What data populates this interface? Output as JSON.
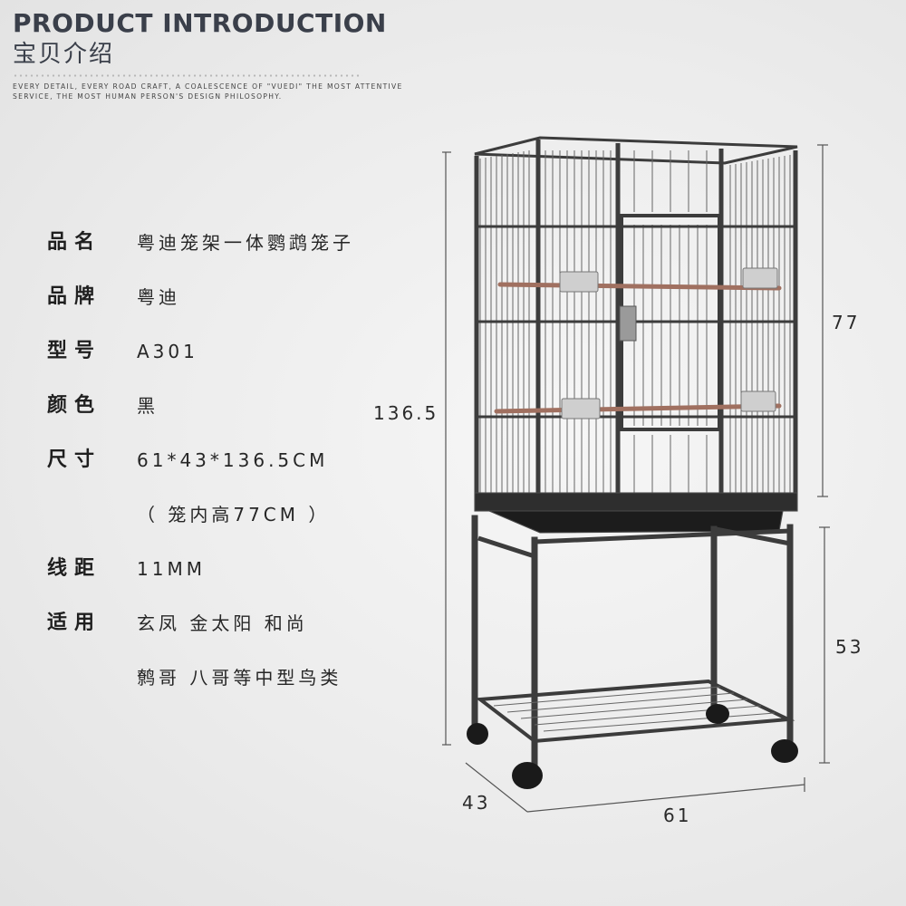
{
  "header": {
    "title_en": "PRODUCT INTRODUCTION",
    "title_cn": "宝贝介绍",
    "tagline_line1": "EVERY DETAIL, EVERY ROAD CRAFT, A COALESCENCE OF \"VUEDI\" THE MOST ATTENTIVE",
    "tagline_line2": "SERVICE, THE MOST HUMAN PERSON'S DESIGN PHILOSOPHY."
  },
  "specs": [
    {
      "label": "品名",
      "value": "粤迪笼架一体鹦鹉笼子"
    },
    {
      "label": "品牌",
      "value": "粤迪"
    },
    {
      "label": "型号",
      "value": "A301"
    },
    {
      "label": "颜色",
      "value": "黑"
    },
    {
      "label": "尺寸",
      "value": "61*43*136.5CM"
    },
    {
      "label": "",
      "value": "（ 笼内高77CM ）"
    },
    {
      "label": "线距",
      "value": "11MM"
    },
    {
      "label": "适用",
      "value": "玄凤 金太阳 和尚"
    },
    {
      "label": "",
      "value": "鹩哥 八哥等中型鸟类"
    }
  ],
  "dimensions": {
    "total_height": "136.5",
    "cage_height": "77",
    "stand_height": "53",
    "depth": "43",
    "width": "61"
  },
  "colors": {
    "frame": "#3c3c3c",
    "perch": "#a07060",
    "background": "#ececec"
  }
}
